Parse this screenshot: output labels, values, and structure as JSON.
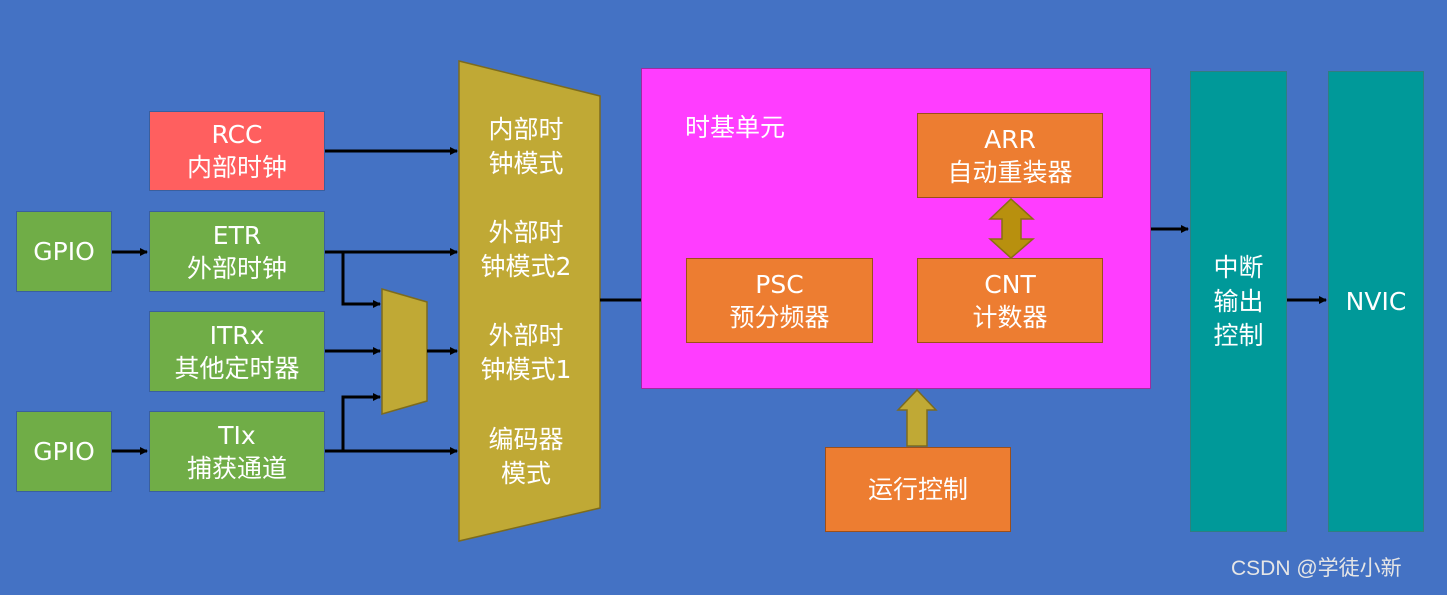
{
  "sources": {
    "rcc": {
      "line1": "RCC",
      "line2": "内部时钟"
    },
    "gpio1": {
      "label": "GPIO"
    },
    "etr": {
      "line1": "ETR",
      "line2": "外部时钟"
    },
    "itrx": {
      "line1": "ITRx",
      "line2": "其他定时器"
    },
    "gpio2": {
      "label": "GPIO"
    },
    "tix": {
      "line1": "TIx",
      "line2": "捕获通道"
    }
  },
  "mode_mux": {
    "internal": {
      "line1": "内部时",
      "line2": "钟模式"
    },
    "external2": {
      "line1": "外部时",
      "line2": "钟模式2"
    },
    "external1": {
      "line1": "外部时",
      "line2": "钟模式1"
    },
    "encoder": {
      "line1": "编码器",
      "line2": "模式"
    }
  },
  "time_base": {
    "title": "时基单元",
    "psc": {
      "line1": "PSC",
      "line2": "预分频器"
    },
    "cnt": {
      "line1": "CNT",
      "line2": "计数器"
    },
    "arr": {
      "line1": "ARR",
      "line2": "自动重装器"
    }
  },
  "run_control": {
    "label": "运行控制"
  },
  "interrupt": {
    "line1": "中断",
    "line2": "输出",
    "line3": "控制"
  },
  "nvic": {
    "label": "NVIC"
  },
  "watermark": "CSDN @学徒小新",
  "colors": {
    "background": "#4472c4",
    "source_green": "#70ad47",
    "rcc_red": "#ff5f5f",
    "mux_gold": "#c0a935",
    "time_base_magenta": "#ff3dff",
    "block_orange": "#ed7d31",
    "teal": "#009999"
  }
}
